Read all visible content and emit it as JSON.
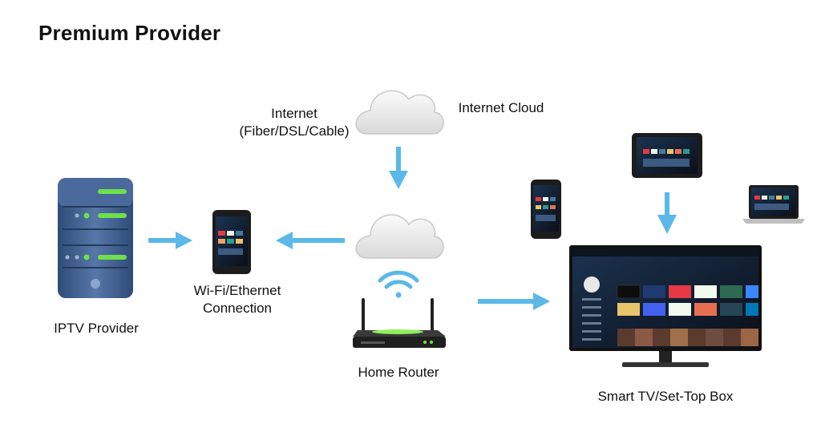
{
  "title": "Premium Provider",
  "labels": {
    "internet_line1": "Internet",
    "internet_line2": "(Fiber/DSL/Cable)",
    "internet_cloud": "Internet Cloud",
    "iptv_provider": "IPTV Provider",
    "wifi_line1": "Wi-Fi/Ethernet",
    "wifi_line2": "Connection",
    "home_router": "Home Router",
    "smart_tv": "Smart TV/Set-Top Box"
  },
  "colors": {
    "arrow": "#5bb8e8",
    "server_body": "#3f5f8f",
    "server_led": "#6fe04a",
    "cloud": "#e6e6e6",
    "device": "#1c1c1c"
  },
  "icons": [
    "server-icon",
    "cloud-icon",
    "phone-icon",
    "wifi-icon",
    "router-icon",
    "tablet-icon",
    "laptop-icon",
    "tv-icon",
    "arrow-icon"
  ]
}
